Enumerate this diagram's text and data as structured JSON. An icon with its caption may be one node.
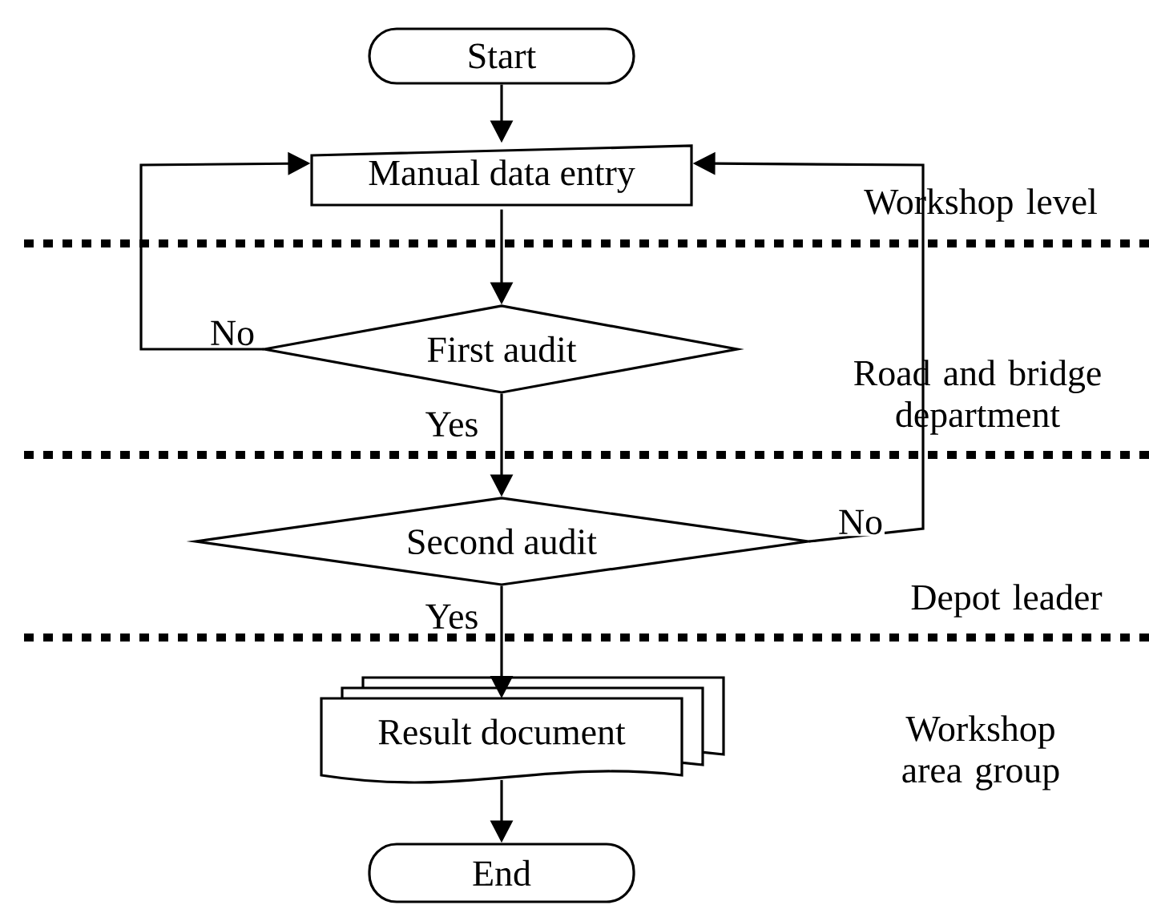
{
  "diagram": {
    "nodes": [
      {
        "text": [
          "Start"
        ]
      },
      {
        "text": [
          "Manual data entry"
        ]
      },
      {
        "text": [
          "First audit"
        ]
      },
      {
        "text": [
          "Second audit"
        ]
      },
      {
        "text": [
          "Result document"
        ]
      },
      {
        "text": [
          "End"
        ]
      }
    ],
    "edges": [
      {
        "from": 0,
        "to": 1,
        "arrow": "to"
      },
      {
        "from": 1,
        "to": 2,
        "arrow": "to"
      },
      {
        "from": 2,
        "to": 1,
        "arrow": "to",
        "label": "No"
      },
      {
        "from": 2,
        "to": 3,
        "arrow": "to",
        "label": "Yes"
      },
      {
        "from": 3,
        "to": 1,
        "arrow": "to",
        "label": "No"
      },
      {
        "from": 3,
        "to": 4,
        "arrow": "to",
        "label": "Yes"
      },
      {
        "from": 4,
        "to": 5,
        "arrow": "to"
      }
    ],
    "labels": [
      "Workshop level",
      "Road and bridge department",
      "Depot leader",
      "Workshop area group"
    ]
  }
}
